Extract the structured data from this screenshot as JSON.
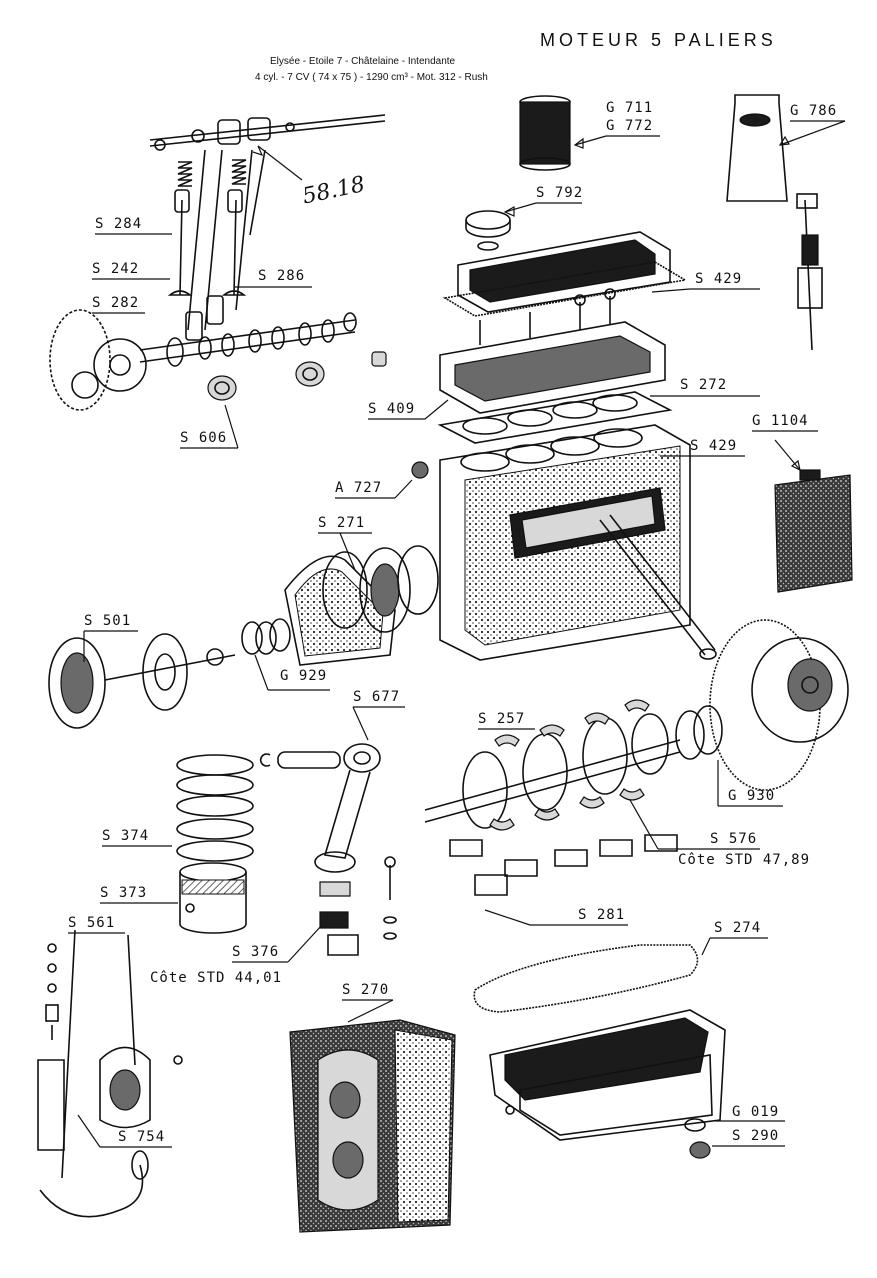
{
  "header": {
    "title": "MOTEUR 5 PALIERS",
    "subtitle_line1": "Elysée - Etoile 7 - Châtelaine - Intendante",
    "subtitle_line2": "4 cyl. - 7 CV ( 74 x 75 ) - 1290 cm³ - Mot. 312 - Rush"
  },
  "handwritten_note": "58.18",
  "notes": {
    "crank_size": "Côte STD 47,89",
    "piston_size": "Côte STD 44,01"
  },
  "labels": {
    "g711": "G 711",
    "g772": "G 772",
    "g786": "G 786",
    "s792": "S 792",
    "s429_top": "S 429",
    "s284": "S 284",
    "s242": "S 242",
    "s286": "S 286",
    "s282": "S 282",
    "s272": "S 272",
    "s409": "S 409",
    "s606": "S 606",
    "g1104": "G 1104",
    "s429_mid": "S 429",
    "a727": "A 727",
    "s271": "S 271",
    "s501": "S 501",
    "g929": "G 929",
    "s677": "S 677",
    "s257": "S 257",
    "g930": "G 930",
    "s374": "S 374",
    "s576": "S 576",
    "s373": "S 373",
    "s281": "S 281",
    "s561": "S 561",
    "s376": "S 376",
    "s274": "S 274",
    "s270": "S 270",
    "g019": "G 019",
    "s290": "S 290",
    "s754": "S 754"
  }
}
